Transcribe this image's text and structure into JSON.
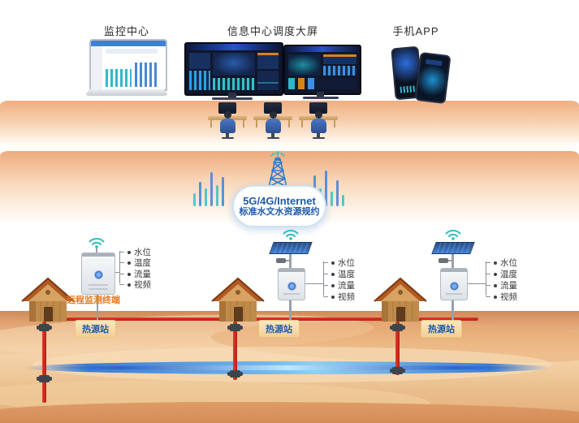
{
  "header": {
    "monitoring_center": "监控中心",
    "info_center": "信息中心调度大屏",
    "mobile_app": "手机APP"
  },
  "network": {
    "line1": "5G/4G/Internet",
    "line2": "标准水文水资源规约"
  },
  "stations": [
    {
      "terminal": "远程监测终端",
      "name": "热源站",
      "metrics": [
        "水位",
        "温度",
        "流量",
        "视频"
      ]
    },
    {
      "name": "热源站",
      "metrics": [
        "水位",
        "温度",
        "流量",
        "视频"
      ]
    },
    {
      "name": "热源站",
      "metrics": [
        "水位",
        "温度",
        "流量",
        "视频"
      ]
    }
  ],
  "colors": {
    "accent_blue": "#1e5aa8",
    "teal": "#2fbcc4",
    "terminal_orange": "#e8791e",
    "pipe_red": "#c62a1c",
    "badge_bg": "#f6d79e"
  }
}
